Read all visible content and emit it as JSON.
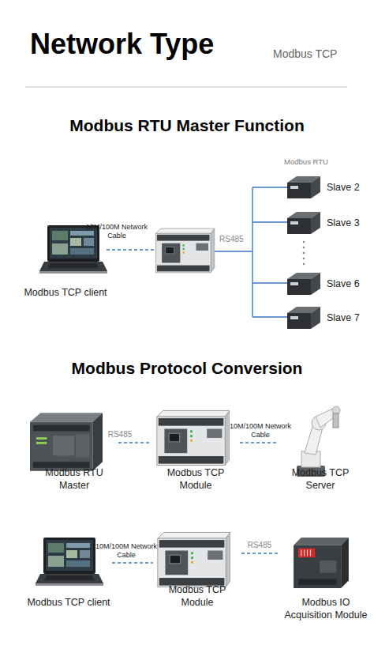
{
  "diagram": {
    "title": "Network Type",
    "nodes": [
      {
        "text": [
          "Modbus TCP client"
        ]
      },
      {
        "text": [
          "Slave 2"
        ]
      },
      {
        "text": [
          "Slave 3"
        ]
      },
      {
        "text": [
          "Slave 6"
        ]
      },
      {
        "text": [
          "Slave 7"
        ]
      },
      {
        "text": [
          "Modbus RTU Master"
        ]
      },
      {
        "text": [
          "Modbus TCP Module"
        ]
      },
      {
        "text": [
          "Modbus TCP Server"
        ]
      },
      {
        "text": [
          "Modbus TCP client"
        ]
      },
      {
        "text": [
          "Modbus TCP Module"
        ]
      },
      {
        "text": [
          "Modbus IO Acquisition Module"
        ]
      }
    ],
    "edges": [
      {
        "from": 5,
        "to": 6,
        "label": "RS485",
        "arrow": "none"
      },
      {
        "from": 6,
        "to": 7,
        "label": "10M/100M Network Cable",
        "arrow": "none"
      },
      {
        "from": 8,
        "to": 9,
        "label": "10M/100M Network Cable",
        "arrow": "none"
      },
      {
        "from": 9,
        "to": 10,
        "label": "RS485",
        "arrow": "none"
      }
    ],
    "labels": [
      "Modbus TCP",
      "Modbus RTU Master Function",
      "Modbus RTU",
      "10M/100M Network Cable",
      "RS485",
      "Modbus Protocol Conversion"
    ]
  }
}
